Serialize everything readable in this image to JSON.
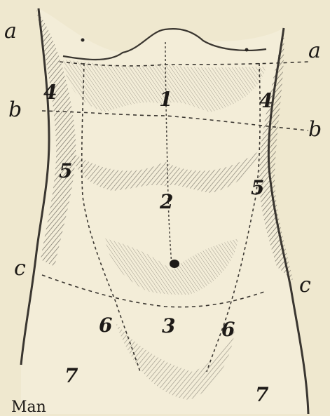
{
  "figure": {
    "colors": {
      "paper": "#efe8cf",
      "ink": "#1d1a17",
      "shade": "#5a564e",
      "line": "#3a3630"
    },
    "line_letters": {
      "a_left": "a",
      "a_right": "a",
      "b_left": "b",
      "b_right": "b",
      "c_left": "c",
      "c_right": "c"
    },
    "region_numbers": {
      "r1": "1",
      "r2": "2",
      "r3": "3",
      "r4_left": "4",
      "r4_right": "4",
      "r5_left": "5",
      "r5_right": "5",
      "r6_left": "6",
      "r6_right": "6",
      "r7_left": "7",
      "r7_right": "7"
    },
    "caption_fragment": "Man"
  }
}
